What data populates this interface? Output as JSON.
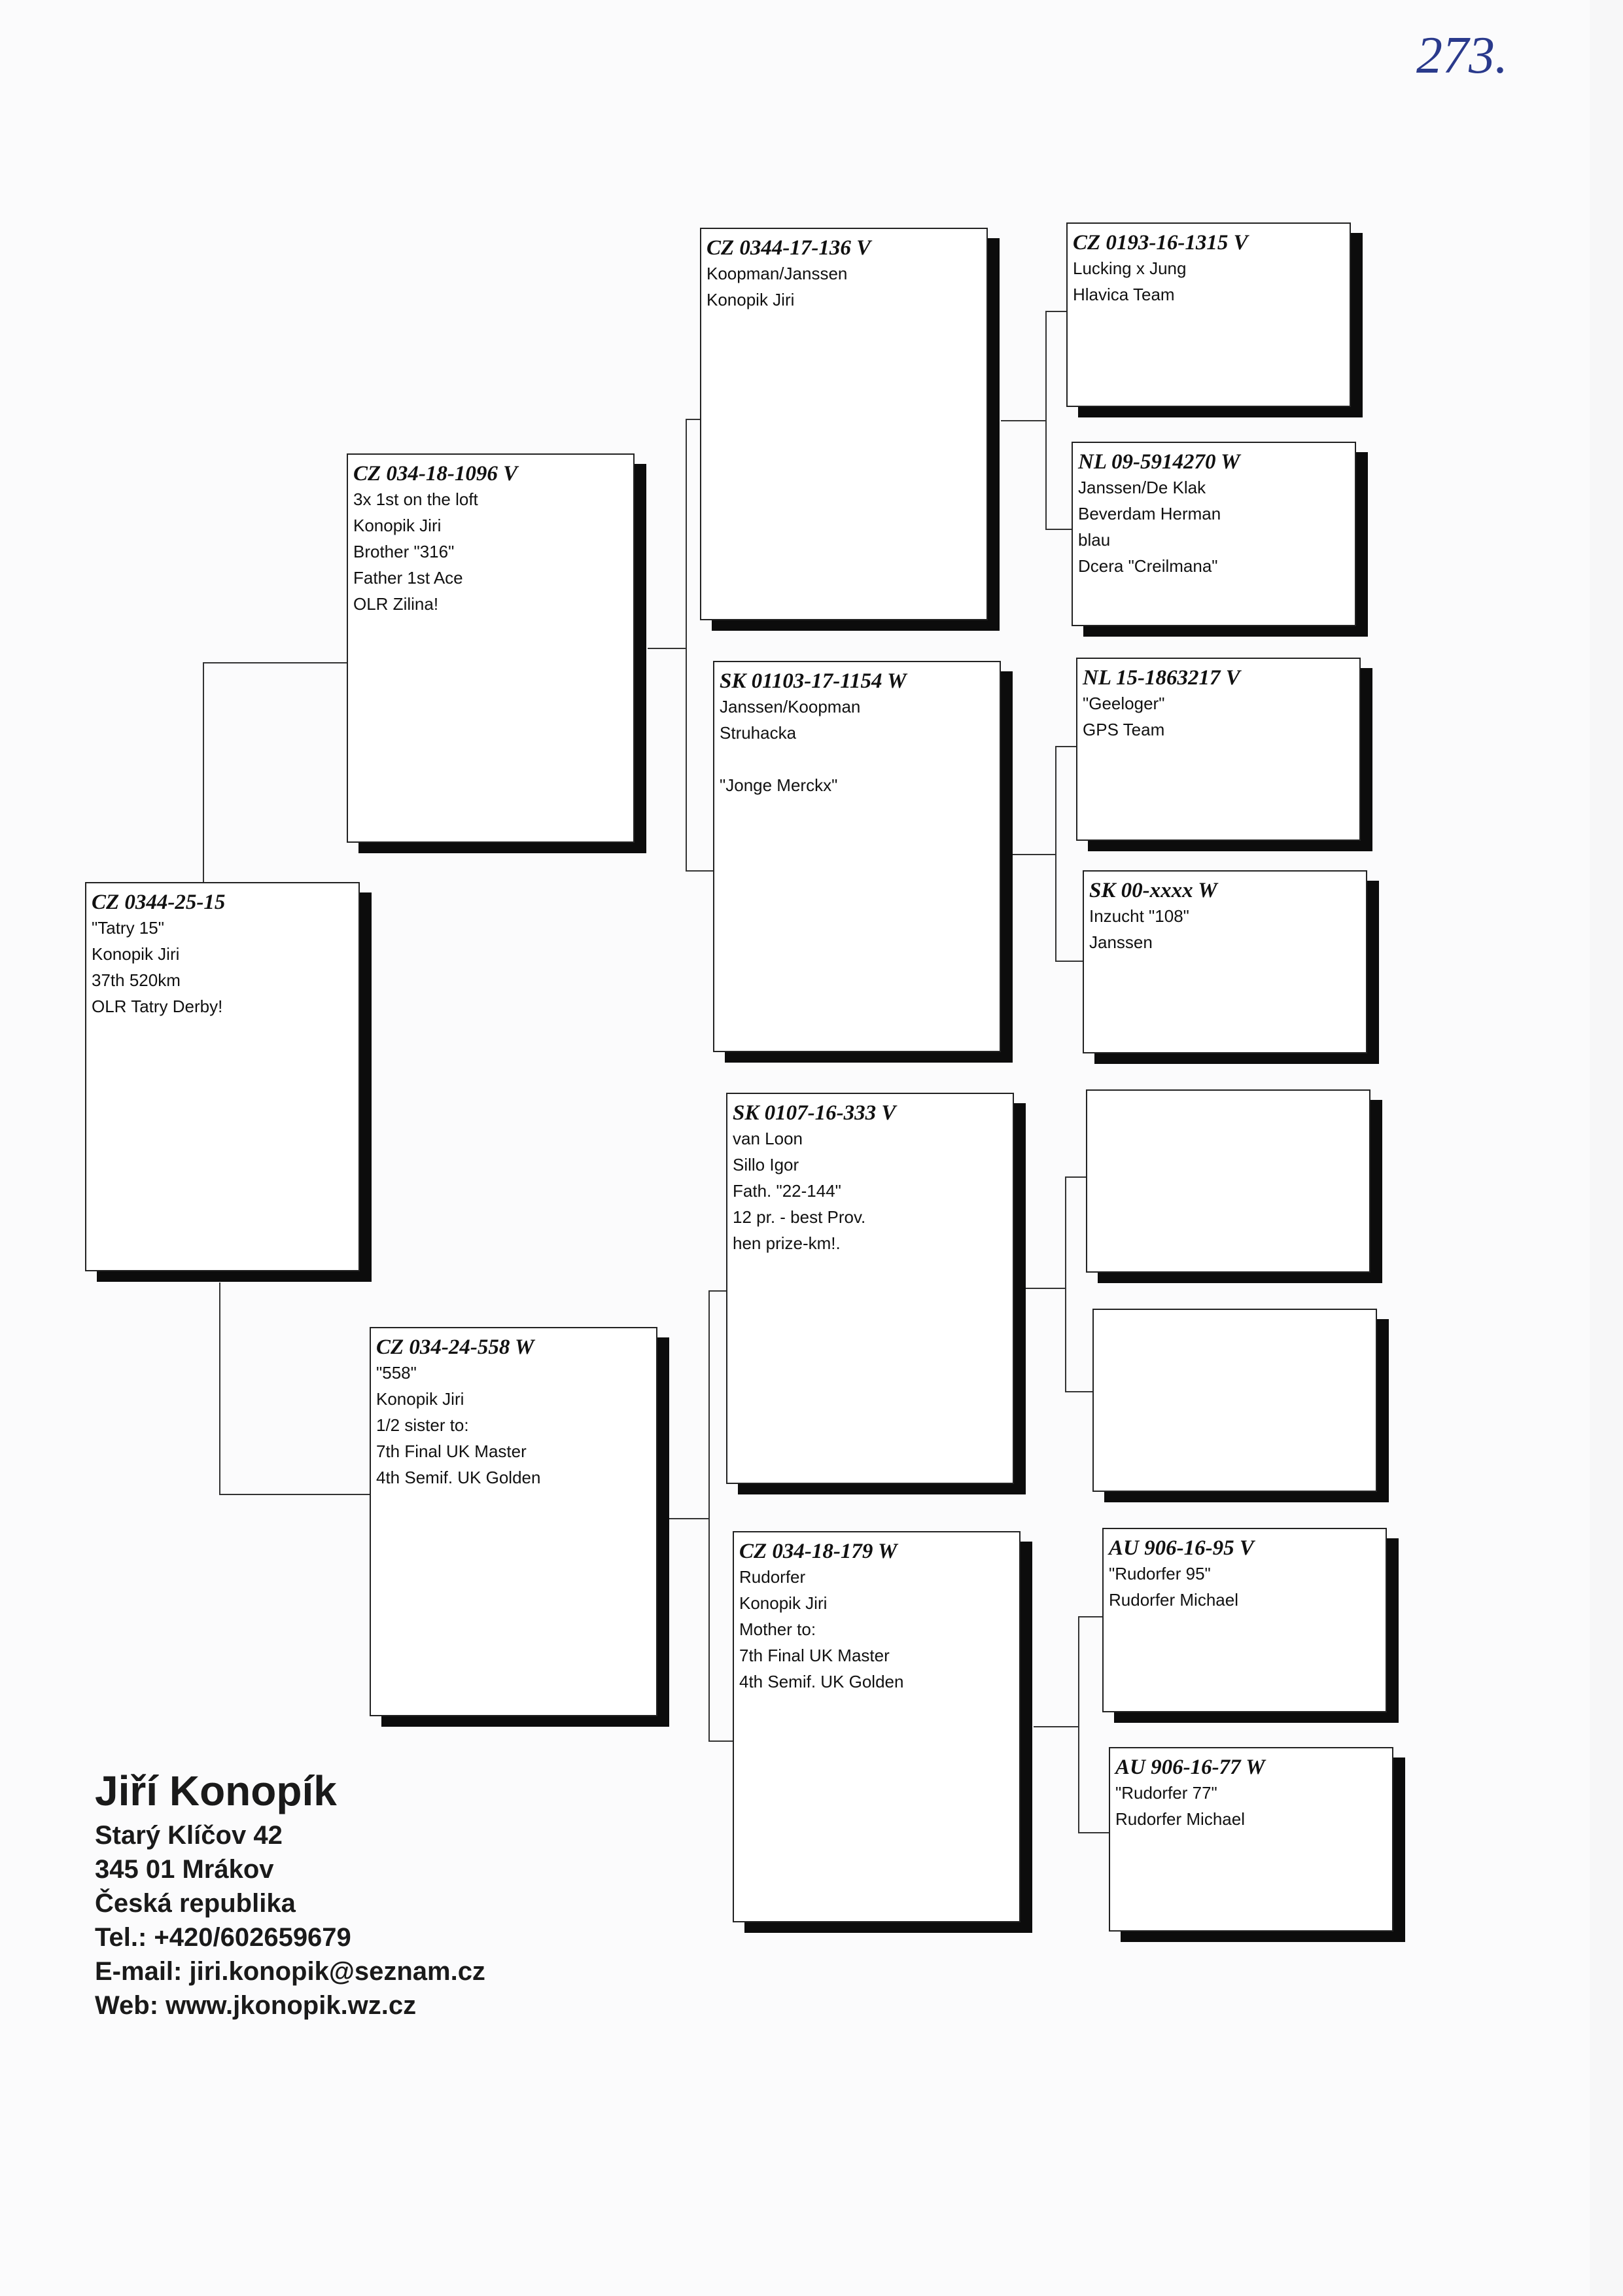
{
  "page_number": "273.",
  "pedigree": {
    "subject": {
      "ring": "CZ 0344-25-15",
      "lines": [
        "\"Tatry 15\"",
        "Konopik Jiri",
        "37th 520km",
        "OLR Tatry Derby!"
      ]
    },
    "sire": {
      "ring": "CZ 034-18-1096 V",
      "lines": [
        "3x 1st on the loft",
        "Konopik Jiri",
        "Brother \"316\"",
        "Father 1st Ace",
        "OLR Zilina!"
      ]
    },
    "dam": {
      "ring": "CZ 034-24-558 W",
      "lines": [
        "\"558\"",
        "Konopik Jiri",
        "1/2 sister to:",
        "7th Final UK Master",
        "4th Semif. UK Golden"
      ]
    },
    "sire_sire": {
      "ring": "CZ 0344-17-136 V",
      "lines": [
        "Koopman/Janssen",
        "Konopik Jiri"
      ]
    },
    "sire_dam": {
      "ring": "SK 01103-17-1154 W",
      "lines": [
        "Janssen/Koopman",
        "Struhacka",
        "",
        "\"Jonge Merckx\""
      ]
    },
    "dam_sire": {
      "ring": "SK 0107-16-333 V",
      "lines": [
        "van Loon",
        "Sillo Igor",
        "Fath. \"22-144\"",
        "12 pr. - best Prov.",
        "hen prize-km!."
      ]
    },
    "dam_dam": {
      "ring": "CZ 034-18-179 W",
      "lines": [
        "Rudorfer",
        "Konopik Jiri",
        "Mother to:",
        "7th Final UK Master",
        "4th Semif. UK Golden"
      ]
    },
    "ss_sire": {
      "ring": "CZ 0193-16-1315 V",
      "lines": [
        "Lucking x Jung",
        "Hlavica Team"
      ]
    },
    "ss_dam": {
      "ring": "NL 09-5914270 W",
      "lines": [
        "Janssen/De Klak",
        "Beverdam Herman",
        "blau",
        "Dcera \"Creilmana\""
      ]
    },
    "sd_sire": {
      "ring": "NL 15-1863217 V",
      "lines": [
        "\"Geeloger\"",
        "GPS Team"
      ]
    },
    "sd_dam": {
      "ring": "SK 00-xxxx W",
      "lines": [
        "Inzucht \"108\"",
        "Janssen"
      ]
    },
    "ds_sire": {
      "ring": "",
      "lines": []
    },
    "ds_dam": {
      "ring": "",
      "lines": []
    },
    "dd_sire": {
      "ring": "AU 906-16-95 V",
      "lines": [
        "\"Rudorfer 95\"",
        "Rudorfer Michael"
      ]
    },
    "dd_dam": {
      "ring": "AU 906-16-77 W",
      "lines": [
        "\"Rudorfer 77\"",
        "Rudorfer Michael"
      ]
    }
  },
  "contact": {
    "name": "Jiří Konopík",
    "street": "Starý Klíčov 42",
    "city": "345 01 Mrákov",
    "country": "Česká republika",
    "phone": "Tel.: +420/602659679",
    "email": "E-mail: jiri.konopik@seznam.cz",
    "web": "Web: www.jkonopik.wz.cz"
  }
}
